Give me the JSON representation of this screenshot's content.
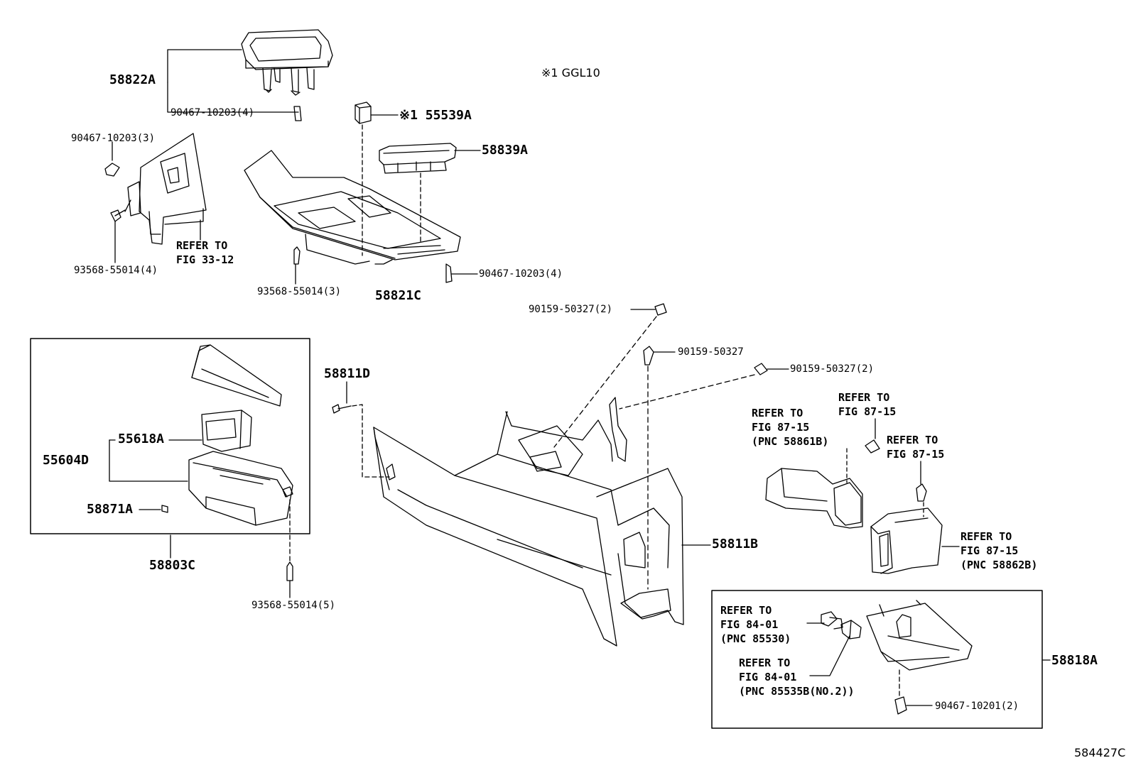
{
  "diagram": {
    "variant_note": "※1 GGL10",
    "figure_number": "584427C",
    "labels": {
      "p58822A": "58822A",
      "p90467_10203_4_top": "90467-10203(4)",
      "p90467_10203_3": "90467-10203(3)",
      "p55539A": "※1 55539A",
      "p58839A": "58839A",
      "ref_fig_33_12": "REFER TO\nFIG 33-12",
      "p93568_55014_4": "93568-55014(4)",
      "p93568_55014_3": "93568-55014(3)",
      "p58821C": "58821C",
      "p90467_10203_4_mid": "90467-10203(4)",
      "p90159_50327_2_a": "90159-50327(2)",
      "p90159_50327": "90159-50327",
      "p90159_50327_2_b": "90159-50327(2)",
      "p58811D": "58811D",
      "p55618A": "55618A",
      "p55604D": "55604D",
      "p58871A": "58871A",
      "p58803C": "58803C",
      "p93568_55014_5": "93568-55014(5)",
      "p58811B": "58811B",
      "ref_fig_87_15_a": "REFER TO\nFIG 87-15",
      "ref_fig_87_15_b": "REFER TO\nFIG 87-15\n(PNC 58861B)",
      "ref_fig_87_15_c": "REFER TO\nFIG 87-15",
      "ref_fig_87_15_d": "REFER TO\nFIG 87-15\n(PNC 58862B)",
      "ref_fig_84_01_a": "REFER TO\nFIG 84-01\n(PNC 85530)",
      "ref_fig_84_01_b": "REFER TO\nFIG 84-01\n(PNC 85535B(NO.2))",
      "p58818A": "58818A",
      "p90467_10201_2": "90467-10201(2)"
    }
  }
}
